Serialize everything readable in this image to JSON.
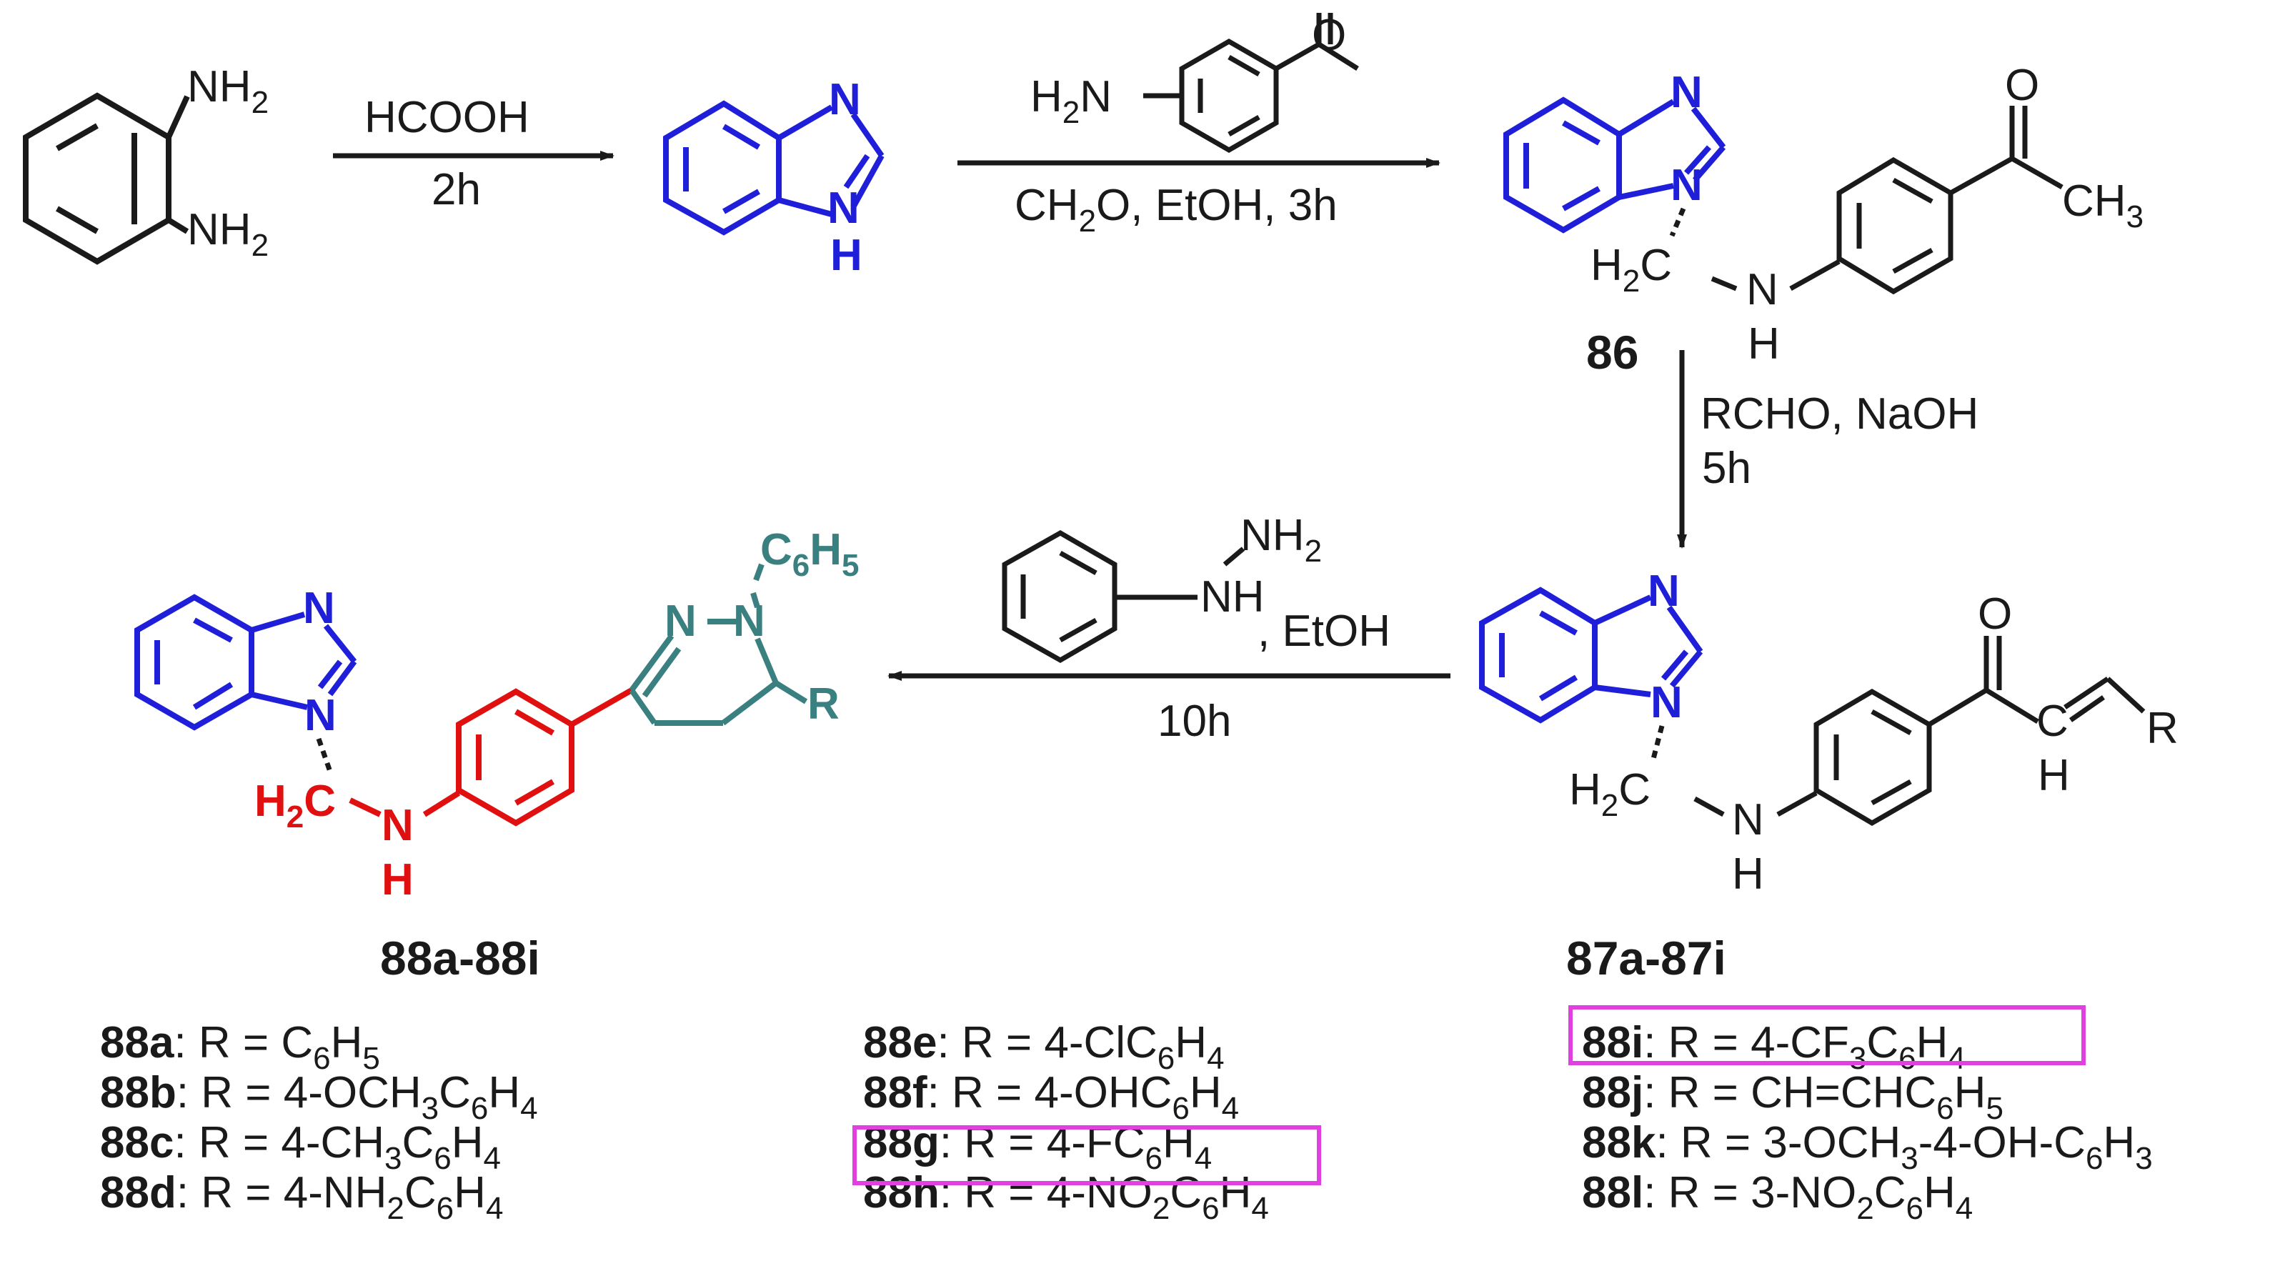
{
  "colors": {
    "benzimidazole": "#1f1fd9",
    "linker": "#e01010",
    "pyrazoline": "#3a8080",
    "bond_default": "#1a1a1a",
    "highlight_box": "#e040e0"
  },
  "atoms": {
    "nh2": "NH",
    "two": "2",
    "n": "N",
    "h": "H",
    "nh": "NH",
    "h2n": "H",
    "o": "O",
    "ch3": "CH",
    "three": "3",
    "r": "R",
    "c6h5": "C",
    "six": "6",
    "five": "5"
  },
  "steps": {
    "step1_reagent": "HCOOH",
    "step1_time": "2h",
    "step2_conditions": "CH",
    "step2_conditions_rest": "O, EtOH, 3h",
    "step3_reagent": "RCHO, NaOH",
    "step3_time": "5h",
    "step4_solvent": ", EtOH",
    "step4_time": "10h"
  },
  "compounds": {
    "c86": "86",
    "c87": "87a-87i",
    "c88": "88a-88i"
  },
  "r_groups": [
    {
      "id": "88a",
      "text": ": R = C",
      "tail": [
        [
          "6",
          "sub"
        ],
        [
          "H",
          ""
        ],
        [
          "5",
          "sub"
        ]
      ]
    },
    {
      "id": "88b",
      "text": ": R = 4-OCH",
      "tail": [
        [
          "3",
          "sub"
        ],
        [
          "C",
          ""
        ],
        [
          "6",
          "sub"
        ],
        [
          "H",
          ""
        ],
        [
          "4",
          "sub"
        ]
      ]
    },
    {
      "id": "88c",
      "text": ": R = 4-CH",
      "tail": [
        [
          "3",
          "sub"
        ],
        [
          "C",
          ""
        ],
        [
          "6",
          "sub"
        ],
        [
          "H",
          ""
        ],
        [
          "4",
          "sub"
        ]
      ]
    },
    {
      "id": "88d",
      "text": ": R = 4-NH",
      "tail": [
        [
          "2",
          "sub"
        ],
        [
          "C",
          ""
        ],
        [
          "6",
          "sub"
        ],
        [
          "H",
          ""
        ],
        [
          "4",
          "sub"
        ]
      ]
    },
    {
      "id": "88e",
      "text": ": R = 4-ClC",
      "tail": [
        [
          "6",
          "sub"
        ],
        [
          "H",
          ""
        ],
        [
          "4",
          "sub"
        ]
      ]
    },
    {
      "id": "88f",
      "text": ": R = 4-OHC",
      "tail": [
        [
          "6",
          "sub"
        ],
        [
          "H",
          ""
        ],
        [
          "4",
          "sub"
        ]
      ]
    },
    {
      "id": "88g",
      "text": ": R = 4-FC",
      "tail": [
        [
          "6",
          "sub"
        ],
        [
          "H",
          ""
        ],
        [
          "4",
          "sub"
        ]
      ],
      "highlighted": true
    },
    {
      "id": "88h",
      "text": ": R = 4-NO",
      "tail": [
        [
          "2",
          "sub"
        ],
        [
          "C",
          ""
        ],
        [
          "6",
          "sub"
        ],
        [
          "H",
          ""
        ],
        [
          "4",
          "sub"
        ]
      ]
    },
    {
      "id": "88i",
      "text": ": R = 4-CF",
      "tail": [
        [
          "3",
          "sub"
        ],
        [
          "C",
          ""
        ],
        [
          "6",
          "sub"
        ],
        [
          "H",
          ""
        ],
        [
          "4",
          "sub"
        ]
      ],
      "highlighted": true
    },
    {
      "id": "88j",
      "text": ": R = CH=CHC",
      "tail": [
        [
          "6",
          "sub"
        ],
        [
          "H",
          ""
        ],
        [
          "5",
          "sub"
        ]
      ]
    },
    {
      "id": "88k",
      "text": ": R = 3-OCH",
      "tail": [
        [
          "3",
          "sub"
        ],
        [
          "-4-OH-C",
          ""
        ],
        [
          "6",
          "sub"
        ],
        [
          "H",
          ""
        ],
        [
          "3",
          "sub"
        ]
      ]
    },
    {
      "id": "88l",
      "text": ": R = 3-NO",
      "tail": [
        [
          "2",
          "sub"
        ],
        [
          "C",
          ""
        ],
        [
          "6",
          "sub"
        ],
        [
          "H",
          ""
        ],
        [
          "4",
          "sub"
        ]
      ]
    }
  ]
}
